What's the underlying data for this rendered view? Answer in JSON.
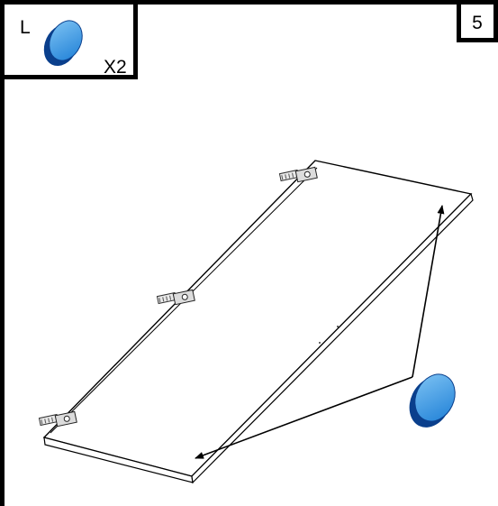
{
  "step": {
    "number": "5"
  },
  "parts": {
    "letter": "L",
    "quantity": "X2"
  },
  "colors": {
    "dowel_blue": "#2f8fdc",
    "dowel_dark": "#0a3f8c",
    "outline": "#000000"
  }
}
